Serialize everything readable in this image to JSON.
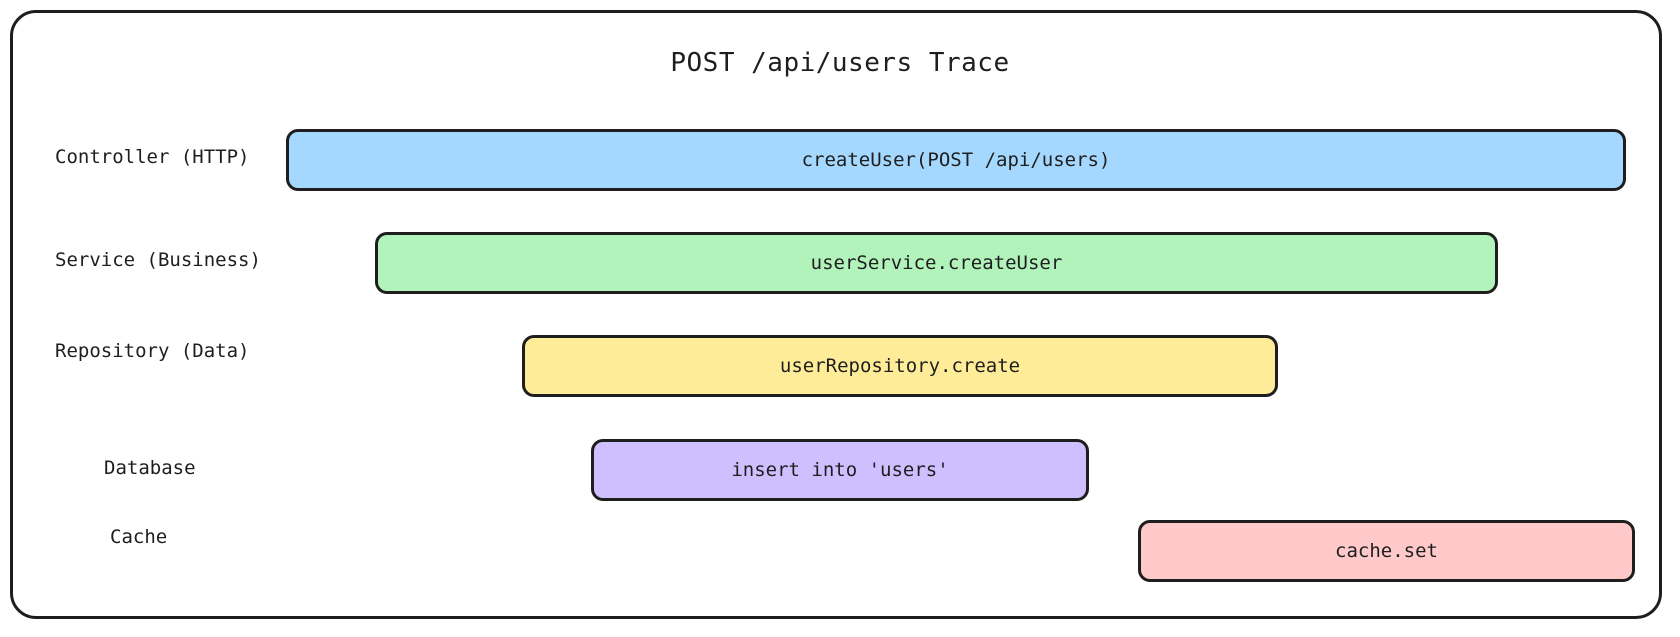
{
  "diagram": {
    "title": "POST /api/users Trace",
    "lanes": [
      {
        "label": "Controller (HTTP)"
      },
      {
        "label": "Service (Business)"
      },
      {
        "label": "Repository (Data)"
      },
      {
        "label": "Database"
      },
      {
        "label": "Cache"
      }
    ],
    "spans": [
      {
        "label": "createUser(POST /api/users)",
        "color": "#a5d8ff"
      },
      {
        "label": "userService.createUser",
        "color": "#b2f2bb"
      },
      {
        "label": "userRepository.create",
        "color": "#ffec99"
      },
      {
        "label": "insert into 'users'",
        "color": "#d0bfff"
      },
      {
        "label": "cache.set",
        "color": "#ffc9c9"
      }
    ]
  }
}
